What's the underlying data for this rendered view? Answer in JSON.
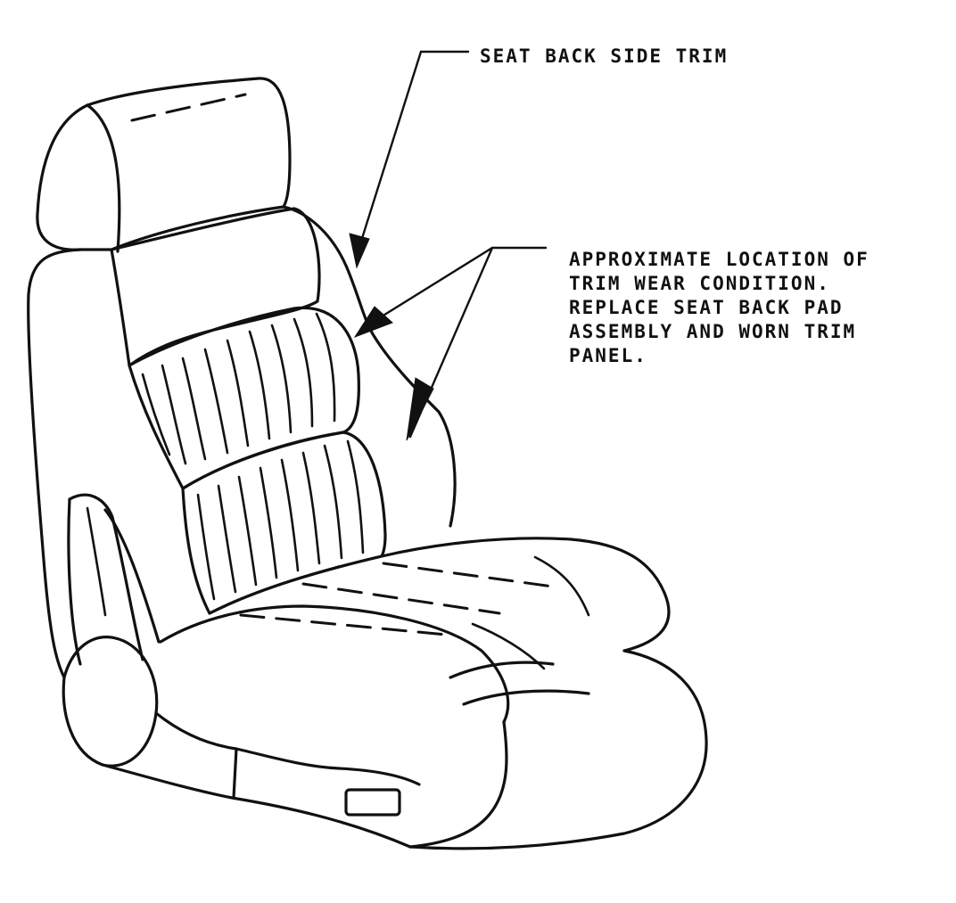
{
  "callouts": {
    "seat_back_side_trim": "SEAT BACK SIDE TRIM",
    "trim_wear_lines": [
      "APPROXIMATE LOCATION OF",
      "TRIM WEAR CONDITION.",
      "REPLACE SEAT BACK PAD",
      "ASSEMBLY AND WORN TRIM",
      "PANEL."
    ]
  },
  "colors": {
    "ink": "#111111",
    "paper": "#ffffff"
  }
}
